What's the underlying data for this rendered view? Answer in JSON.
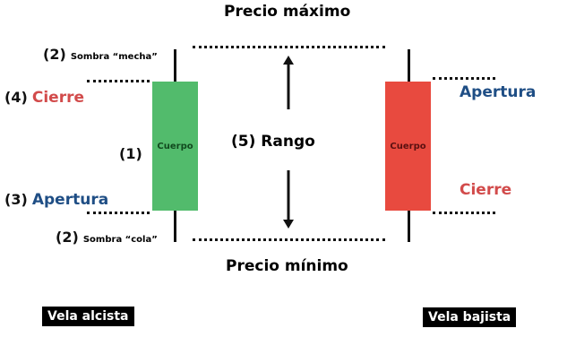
{
  "top_label": "Precio máximo",
  "bottom_label": "Precio mínimo",
  "range": {
    "num": "(5)",
    "label": "Rango"
  },
  "bullish": {
    "wick_num": "(2)",
    "wick_label": "Sombra “mecha”",
    "tail_num": "(2)",
    "tail_label": "Sombra “cola”",
    "close_num": "(4)",
    "close_label": "Cierre",
    "open_num": "(3)",
    "open_label": "Apertura",
    "body_num": "(1)",
    "body_label": "Cuerpo",
    "title": "Vela alcista",
    "color": "#52bb6c"
  },
  "bearish": {
    "open_label": "Apertura",
    "close_label": "Cierre",
    "body_label": "Cuerpo",
    "title": "Vela bajista",
    "color": "#e84a3f"
  }
}
